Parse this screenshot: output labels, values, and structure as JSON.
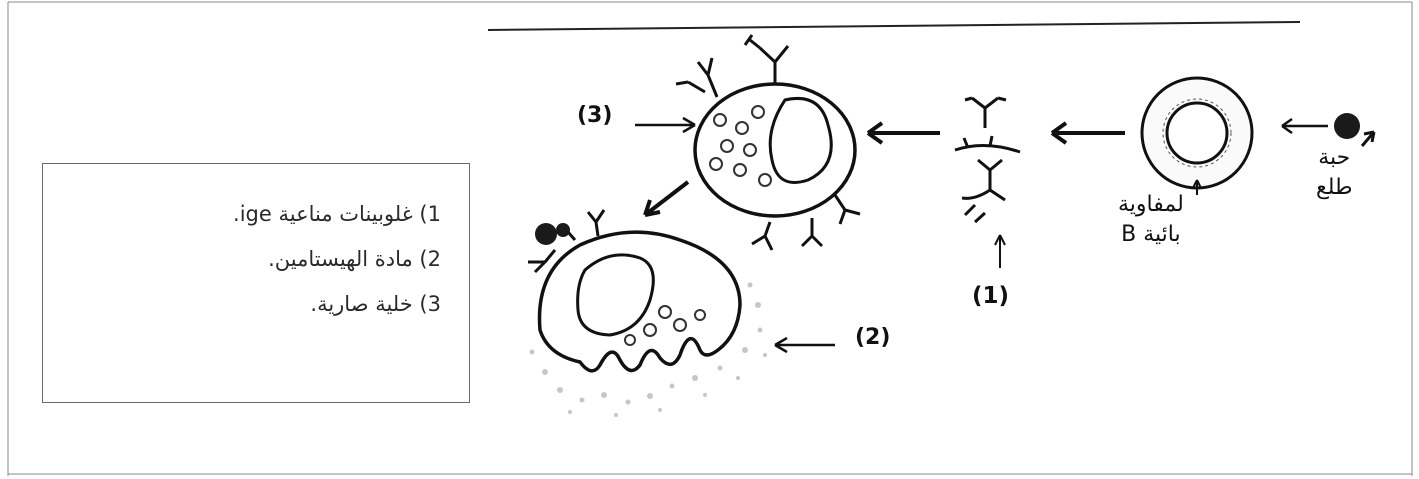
{
  "legend": {
    "items": [
      "1) غلوبينات مناعية ige.",
      "2) مادة الهيستامين.",
      "3) خلية صارية."
    ]
  },
  "labels": {
    "num_3": "(3)",
    "num_1": "(1)",
    "num_2": "(2)",
    "b_cell_line1": "لمفاوية",
    "b_cell_line2": "بائية B",
    "pollen_line1": "حبة",
    "pollen_line2": "طلع"
  }
}
